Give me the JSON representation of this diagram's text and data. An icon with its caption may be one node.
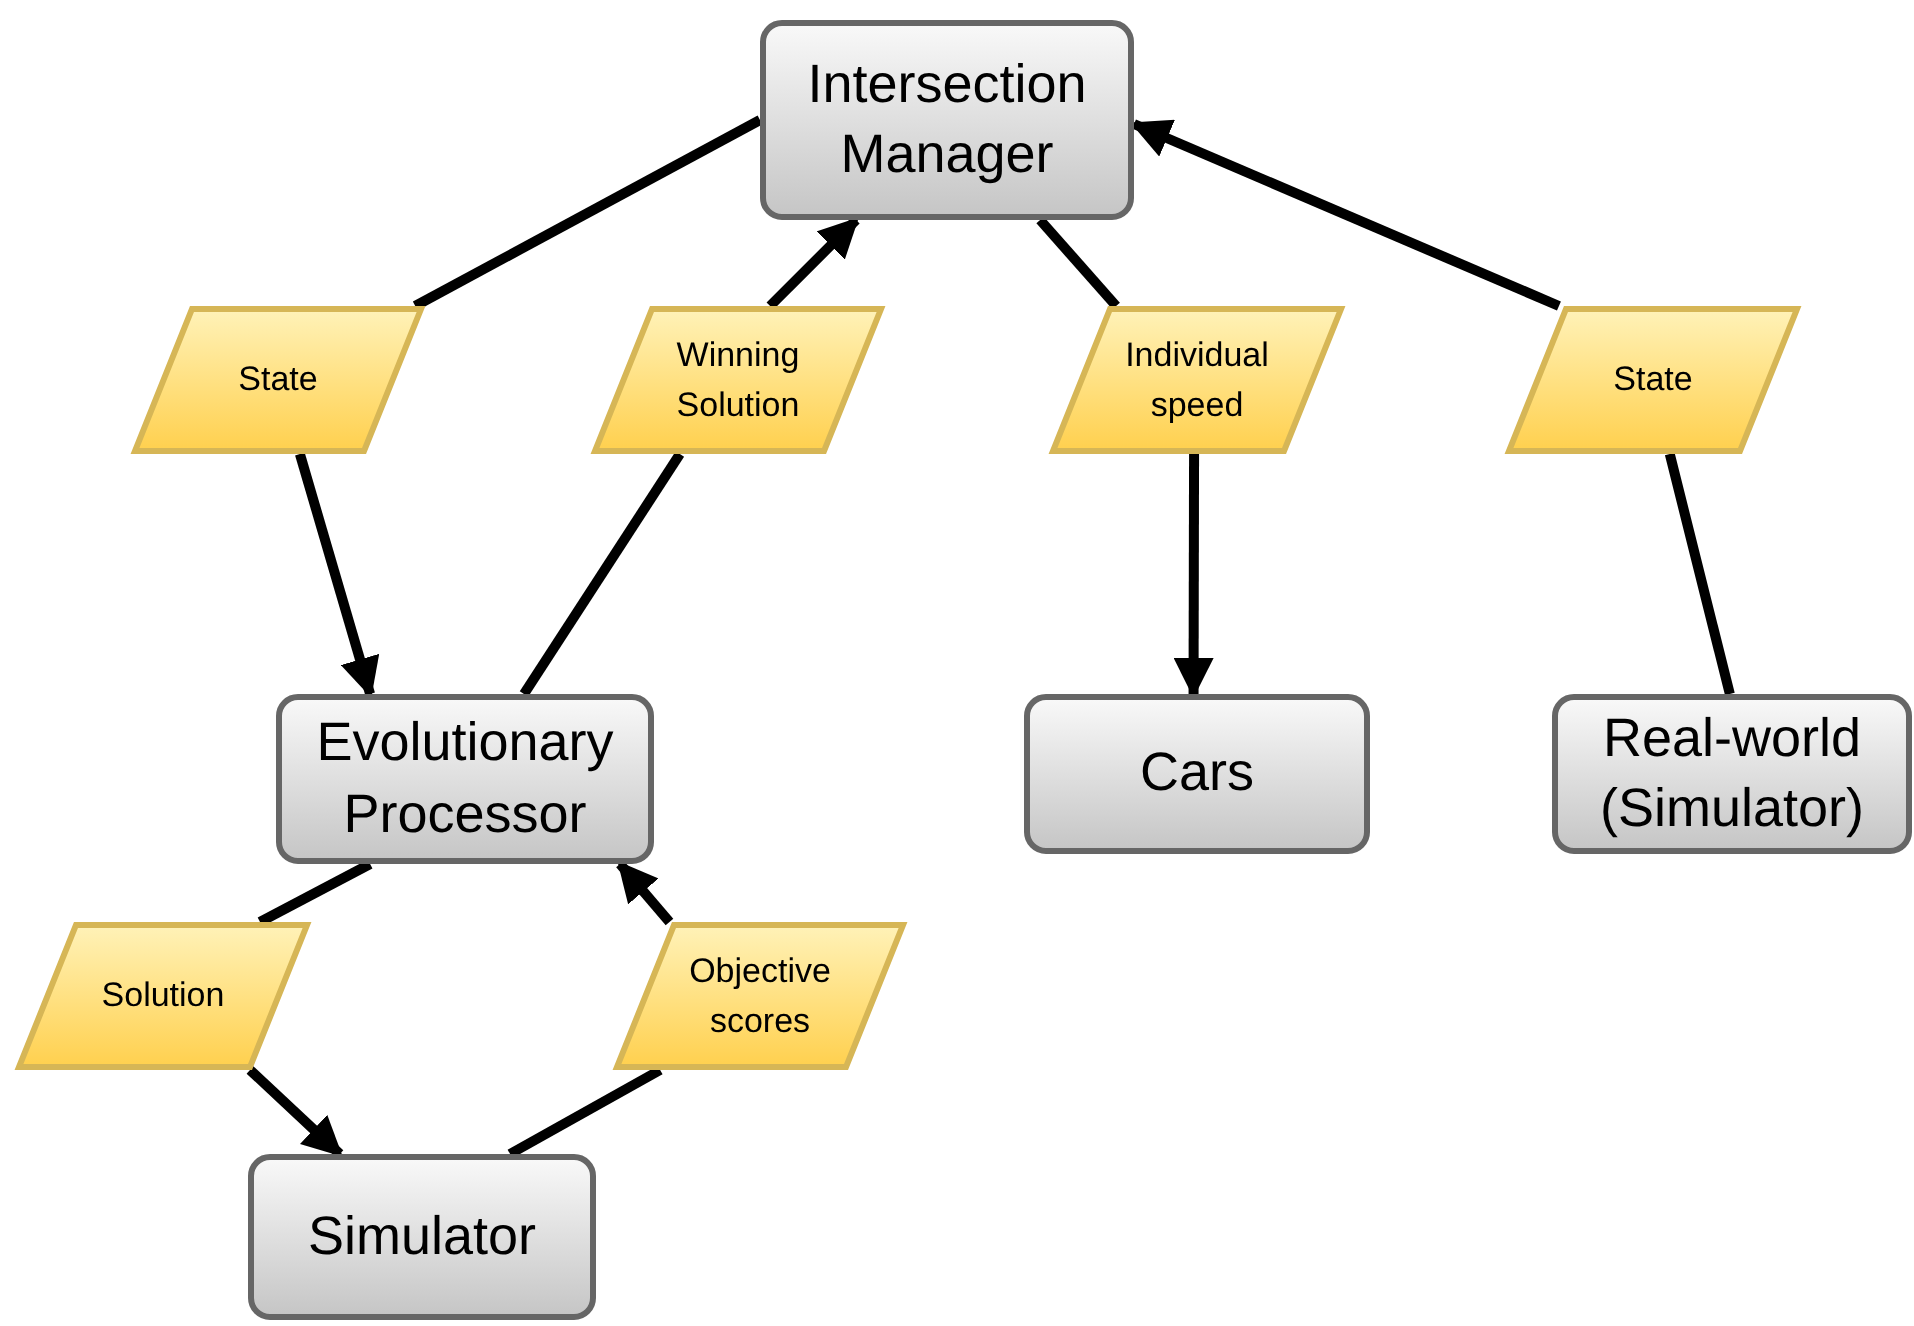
{
  "diagram": {
    "nodes": [
      {
        "text": [
          "Intersection Manager"
        ]
      },
      {
        "text": [
          "State"
        ]
      },
      {
        "text": [
          "Winning Solution"
        ]
      },
      {
        "text": [
          "Individual speed"
        ]
      },
      {
        "text": [
          "State"
        ]
      },
      {
        "text": [
          "Evolutionary Processor"
        ]
      },
      {
        "text": [
          "Cars"
        ]
      },
      {
        "text": [
          "Real-world (Simulator)"
        ]
      },
      {
        "text": [
          "Solution"
        ]
      },
      {
        "text": [
          "Objective scores"
        ]
      },
      {
        "text": [
          "Simulator"
        ]
      }
    ],
    "edges": [
      {
        "from": 0,
        "to": 1,
        "arrow": "none"
      },
      {
        "from": 1,
        "to": 5,
        "arrow": "to"
      },
      {
        "from": 5,
        "to": 2,
        "arrow": "none"
      },
      {
        "from": 2,
        "to": 0,
        "arrow": "to"
      },
      {
        "from": 0,
        "to": 3,
        "arrow": "none"
      },
      {
        "from": 3,
        "to": 6,
        "arrow": "to"
      },
      {
        "from": 7,
        "to": 4,
        "arrow": "none"
      },
      {
        "from": 4,
        "to": 0,
        "arrow": "to"
      },
      {
        "from": 5,
        "to": 8,
        "arrow": "none"
      },
      {
        "from": 8,
        "to": 10,
        "arrow": "to"
      },
      {
        "from": 10,
        "to": 9,
        "arrow": "none"
      },
      {
        "from": 9,
        "to": 5,
        "arrow": "to"
      }
    ]
  }
}
